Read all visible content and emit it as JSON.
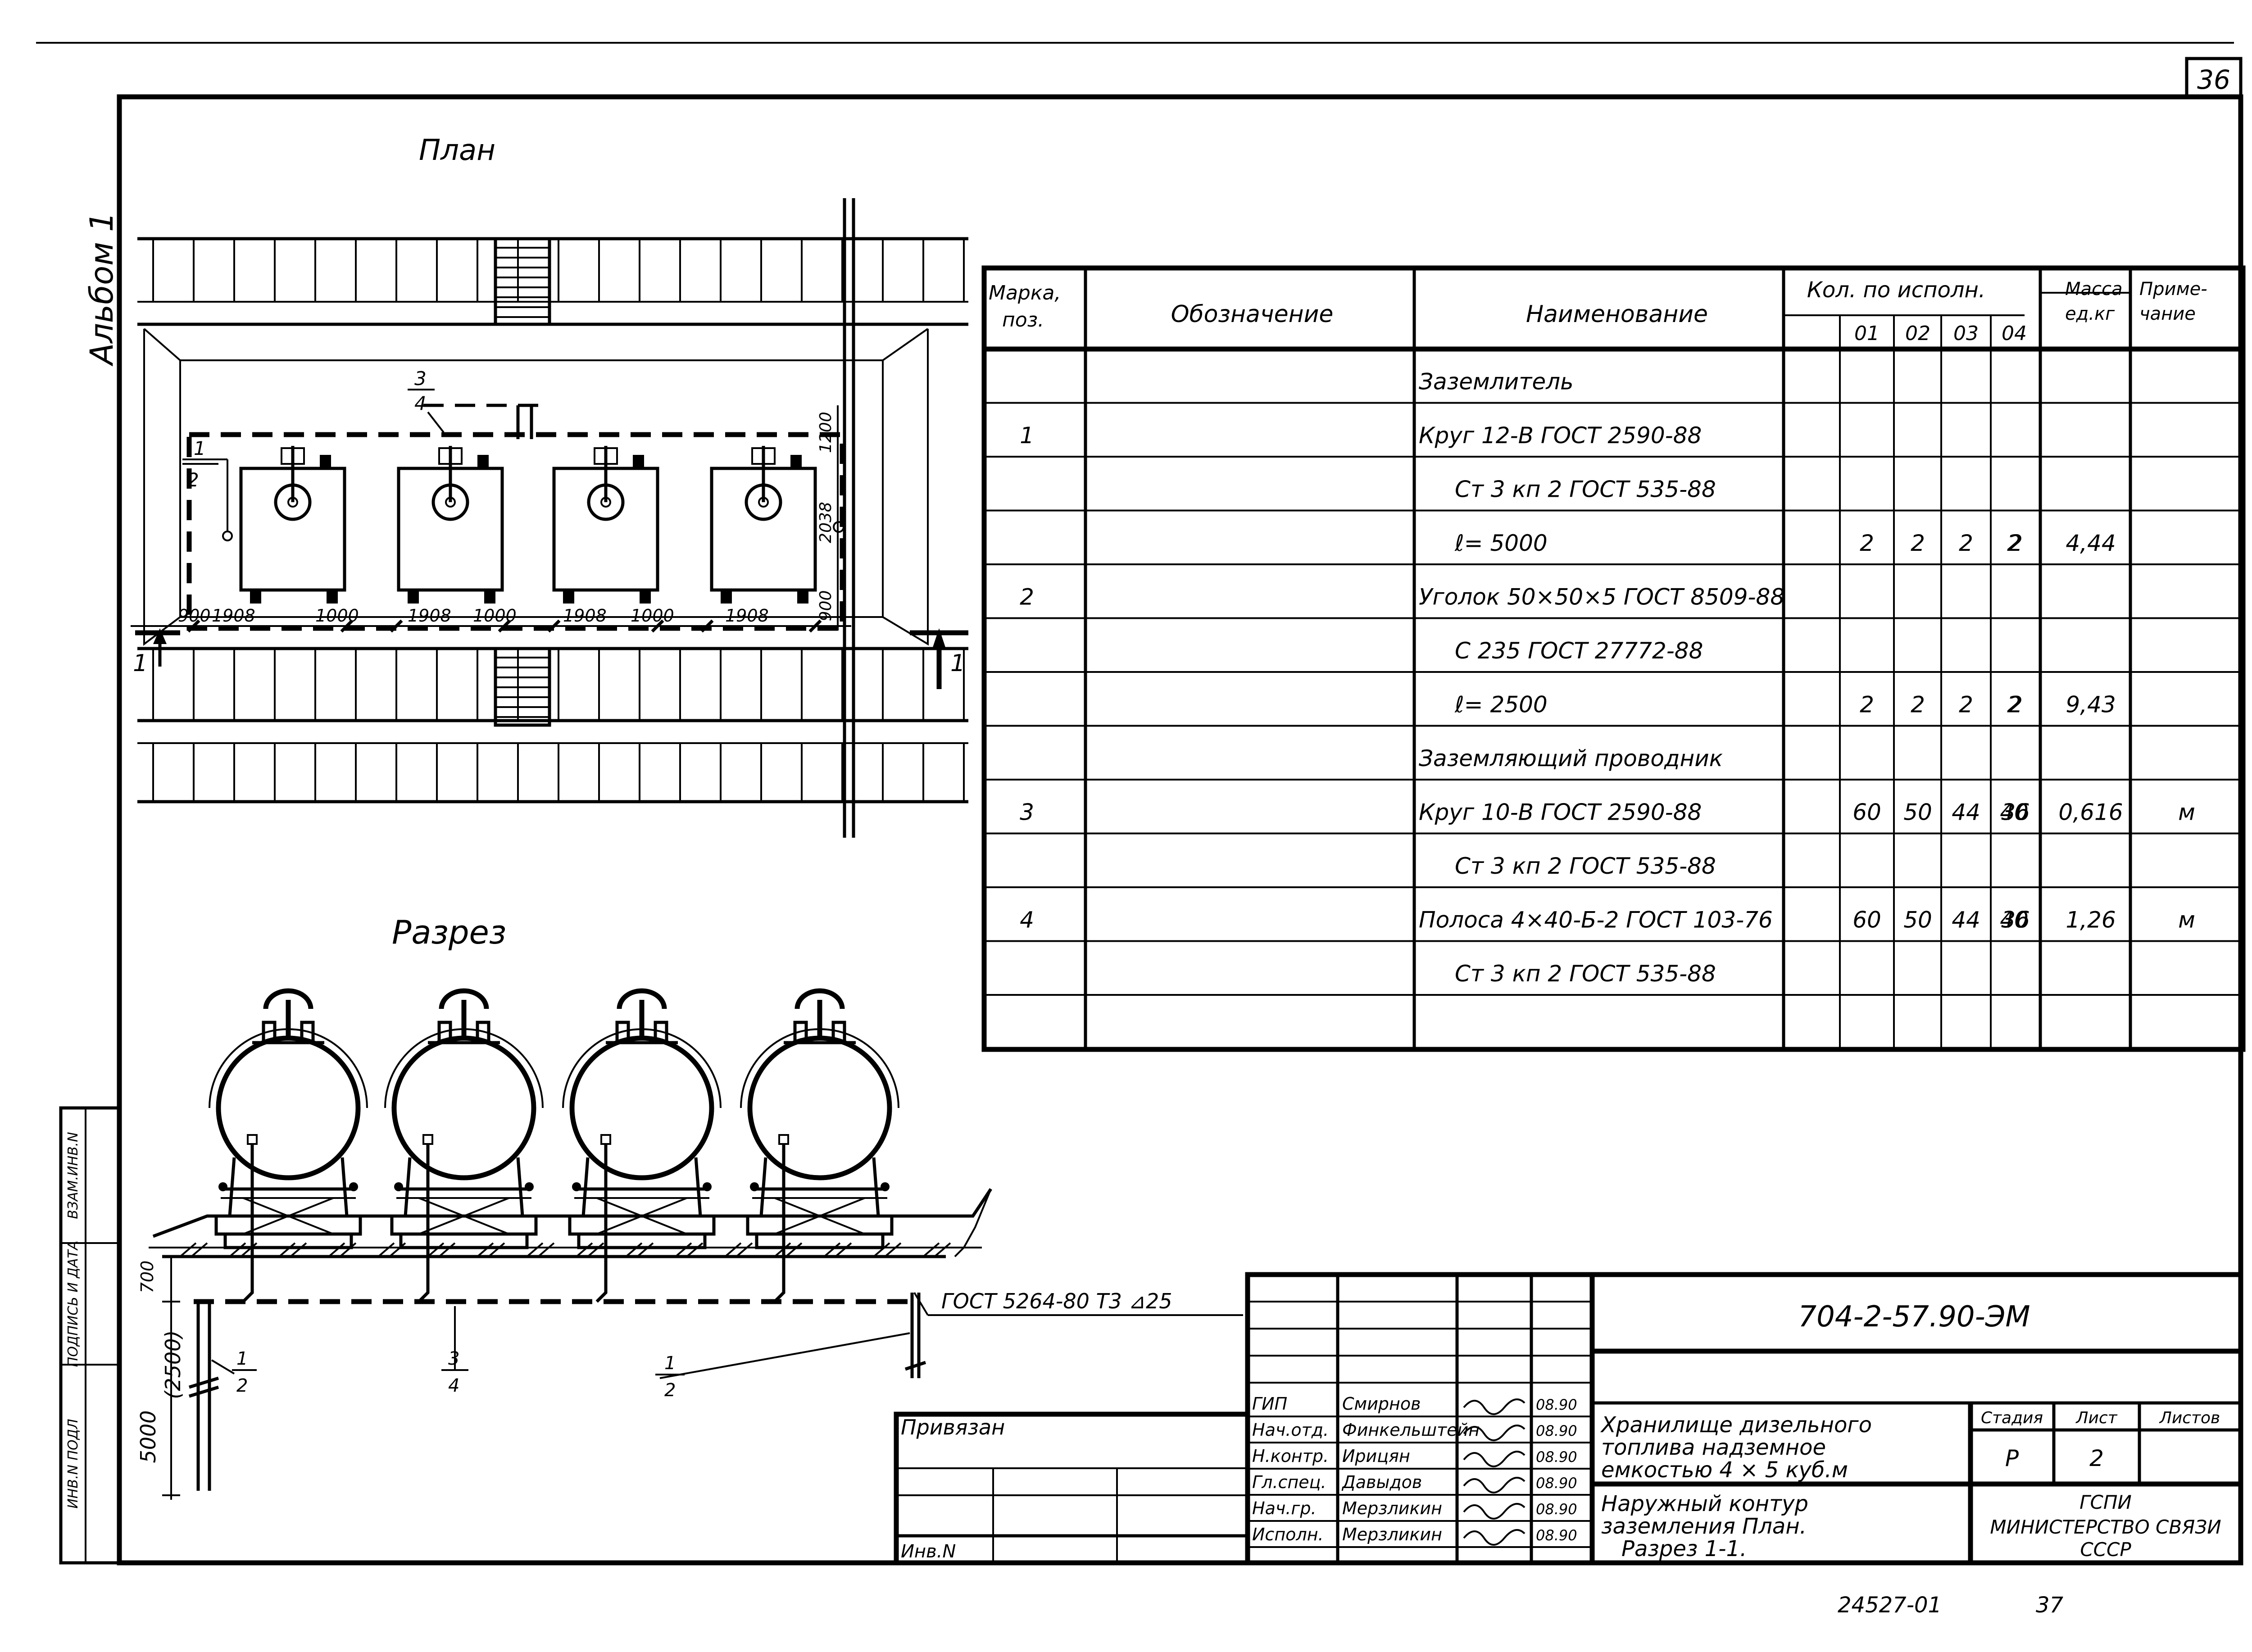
{
  "sheet": {
    "number": "36",
    "album": "Альбом 1",
    "plan_title": "План",
    "section_title": "Разрез",
    "bottom_code": "24527-01",
    "bottom_page": "37"
  },
  "plan": {
    "markers": {
      "pos1": "1",
      "pos2": "2",
      "pos3": "3",
      "pos4": "4"
    },
    "dims": [
      "900",
      "1908",
      "1000",
      "1908",
      "1000",
      "1908",
      "1000",
      "1908"
    ],
    "dim_right_top": "1200",
    "dim_right_mid": "2038",
    "dim_right_bot": "900",
    "cut_left": "1",
    "cut_right": "1"
  },
  "section": {
    "depth": "700",
    "rod_length": "5000",
    "rod_length_alt": "(2500)",
    "leader_12_left": {
      "top": "1",
      "bottom": "2"
    },
    "leader_34": {
      "top": "3",
      "bottom": "4"
    },
    "leader_12_mid": {
      "top": "1",
      "bottom": "2"
    },
    "pipe_note": "ГОСТ 5264-80 Т3 ⊿25"
  },
  "spec": {
    "headers": {
      "mark": "Марка, поз.",
      "designation": "Обозначение",
      "name": "Наименование",
      "qty": "Кол. по исполн.",
      "v01": "01",
      "v02": "02",
      "v03": "03",
      "v04": "04",
      "mass": "Масса ед.кг",
      "note": "Приме- чание"
    },
    "rows": [
      {
        "pos": "",
        "name": "Заземлитель",
        "q0": "",
        "q1": "",
        "q2": "",
        "q3": "",
        "q4": "",
        "mass": "",
        "note": ""
      },
      {
        "pos": "1",
        "name": "Круг 12-В ГОСТ 2590-88",
        "q0": "",
        "q1": "",
        "q2": "",
        "q3": "",
        "q4": "",
        "mass": "",
        "note": ""
      },
      {
        "pos": "",
        "name": "Ст 3 кп 2 ГОСТ 535-88",
        "q0": "",
        "q1": "",
        "q2": "",
        "q3": "",
        "q4": "",
        "mass": "",
        "note": ""
      },
      {
        "pos": "",
        "name": "ℓ= 5000",
        "q0": "2",
        "q1": "2",
        "q2": "2",
        "q3": "2",
        "q4": "2",
        "mass": "4,44",
        "note": ""
      },
      {
        "pos": "2",
        "name": "Уголок 50×50×5 ГОСТ 8509-88",
        "q0": "",
        "q1": "",
        "q2": "",
        "q3": "",
        "q4": "",
        "mass": "",
        "note": ""
      },
      {
        "pos": "",
        "name": "С 235 ГОСТ 27772-88",
        "q0": "",
        "q1": "",
        "q2": "",
        "q3": "",
        "q4": "",
        "mass": "",
        "note": ""
      },
      {
        "pos": "",
        "name": "ℓ= 2500",
        "q0": "2",
        "q1": "2",
        "q2": "2",
        "q3": "2",
        "q4": "2",
        "mass": "9,43",
        "note": ""
      },
      {
        "pos": "",
        "name": "Заземляющий проводник",
        "q0": "",
        "q1": "",
        "q2": "",
        "q3": "",
        "q4": "",
        "mass": "",
        "note": ""
      },
      {
        "pos": "3",
        "name": "Круг 10-В ГОСТ 2590-88",
        "q0": "60",
        "q1": "50",
        "q2": "44",
        "q3": "40",
        "q4": "36",
        "mass": "0,616",
        "note": "м"
      },
      {
        "pos": "",
        "name": "Ст 3 кп 2 ГОСТ 535-88",
        "q0": "",
        "q1": "",
        "q2": "",
        "q3": "",
        "q4": "",
        "mass": "",
        "note": ""
      },
      {
        "pos": "4",
        "name": "Полоса 4×40-Б-2 ГОСТ 103-76",
        "q0": "60",
        "q1": "50",
        "q2": "44",
        "q3": "40",
        "q4": "36",
        "mass": "1,26",
        "note": "м"
      },
      {
        "pos": "",
        "name": "Ст 3 кп 2 ГОСТ 535-88",
        "q0": "",
        "q1": "",
        "q2": "",
        "q3": "",
        "q4": "",
        "mass": "",
        "note": ""
      },
      {
        "pos": "",
        "name": "",
        "q0": "",
        "q1": "",
        "q2": "",
        "q3": "",
        "q4": "",
        "mass": "",
        "note": ""
      }
    ]
  },
  "title_block": {
    "project_code": "704-2-57.90-ЭМ",
    "bound_label": "Привязан",
    "inv_label": "Инв.N",
    "people": [
      {
        "role": "ГИП",
        "name": "Смирнов",
        "date": "08.90"
      },
      {
        "role": "Нач.отд.",
        "name": "Финкельштейн",
        "date": "08.90"
      },
      {
        "role": "Н.контр.",
        "name": "Ирицян",
        "date": "08.90"
      },
      {
        "role": "Гл.спец.",
        "name": "Давыдов",
        "date": "08.90"
      },
      {
        "role": "Нач.гр.",
        "name": "Мерзликин",
        "date": "08.90"
      },
      {
        "role": "Исполн.",
        "name": "Мерзликин",
        "date": "08.90"
      }
    ],
    "object_title": [
      "Хранилище дизельного",
      "топлива надземное",
      "емкостью 4 × 5 куб.м"
    ],
    "sheet_title": [
      "Наружный контур",
      "заземления План.",
      "Разрез 1-1."
    ],
    "stage_label": "Стадия",
    "sheet_label": "Лист",
    "sheets_label": "Листов",
    "stage_value": "Р",
    "sheet_value": "2",
    "org": [
      "ГСПИ",
      "МИНИСТЕРСТВО СВЯЗИ",
      "СССР"
    ]
  },
  "side_stamp": {
    "vzam": "ВЗАМ.ИНВ.N",
    "podpis": "ПОДПИСЬ И ДАТА",
    "inv_podl": "ИНВ.N ПОДЛ"
  }
}
